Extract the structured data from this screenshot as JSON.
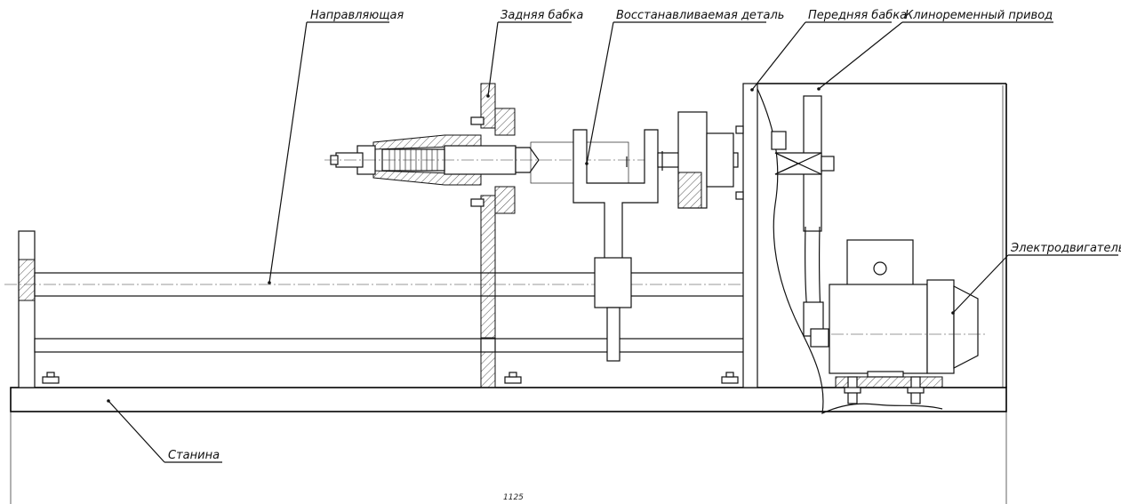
{
  "labels": {
    "guide": "Направляющая",
    "tailstock": "Задняя бабка",
    "workpiece": "Восстанавливаемая деталь",
    "headstock": "Передняя бабка",
    "vbelt_drive": "Клиноременный привод",
    "motor": "Электродвигатель",
    "frame": "Станина"
  },
  "dimension": {
    "length": "1125"
  }
}
